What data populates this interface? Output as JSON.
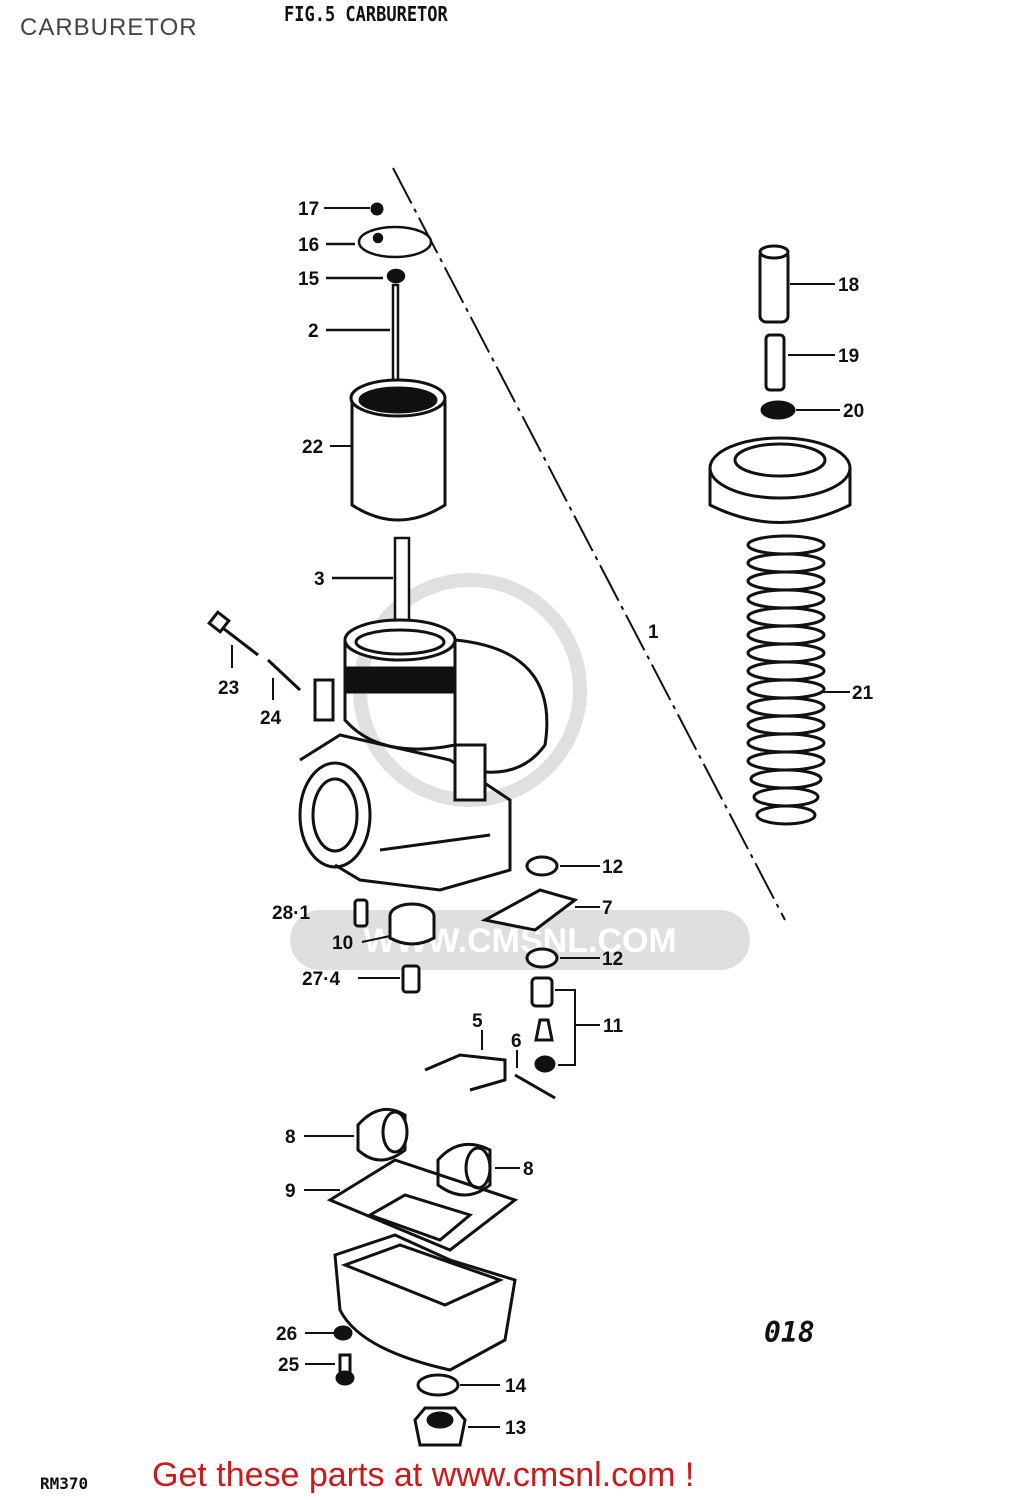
{
  "header": {
    "title": "CARBURETOR",
    "figure_title": "FIG.5  CARBURETOR"
  },
  "diagram": {
    "watermark": "WWW.CMSNL.COM",
    "part_labels": [
      "17",
      "16",
      "15",
      "2",
      "22",
      "3",
      "23",
      "24",
      "18",
      "19",
      "20",
      "1",
      "21",
      "12",
      "7",
      "28·1",
      "10",
      "12",
      "27·4",
      "5",
      "6",
      "11",
      "8",
      "8",
      "9",
      "26",
      "25",
      "14",
      "13"
    ],
    "drawing_code": "018",
    "model_code": "RM370"
  },
  "footer": {
    "link_text": "Get these parts at www.cmsnl.com !",
    "link_color": "#d01818"
  }
}
